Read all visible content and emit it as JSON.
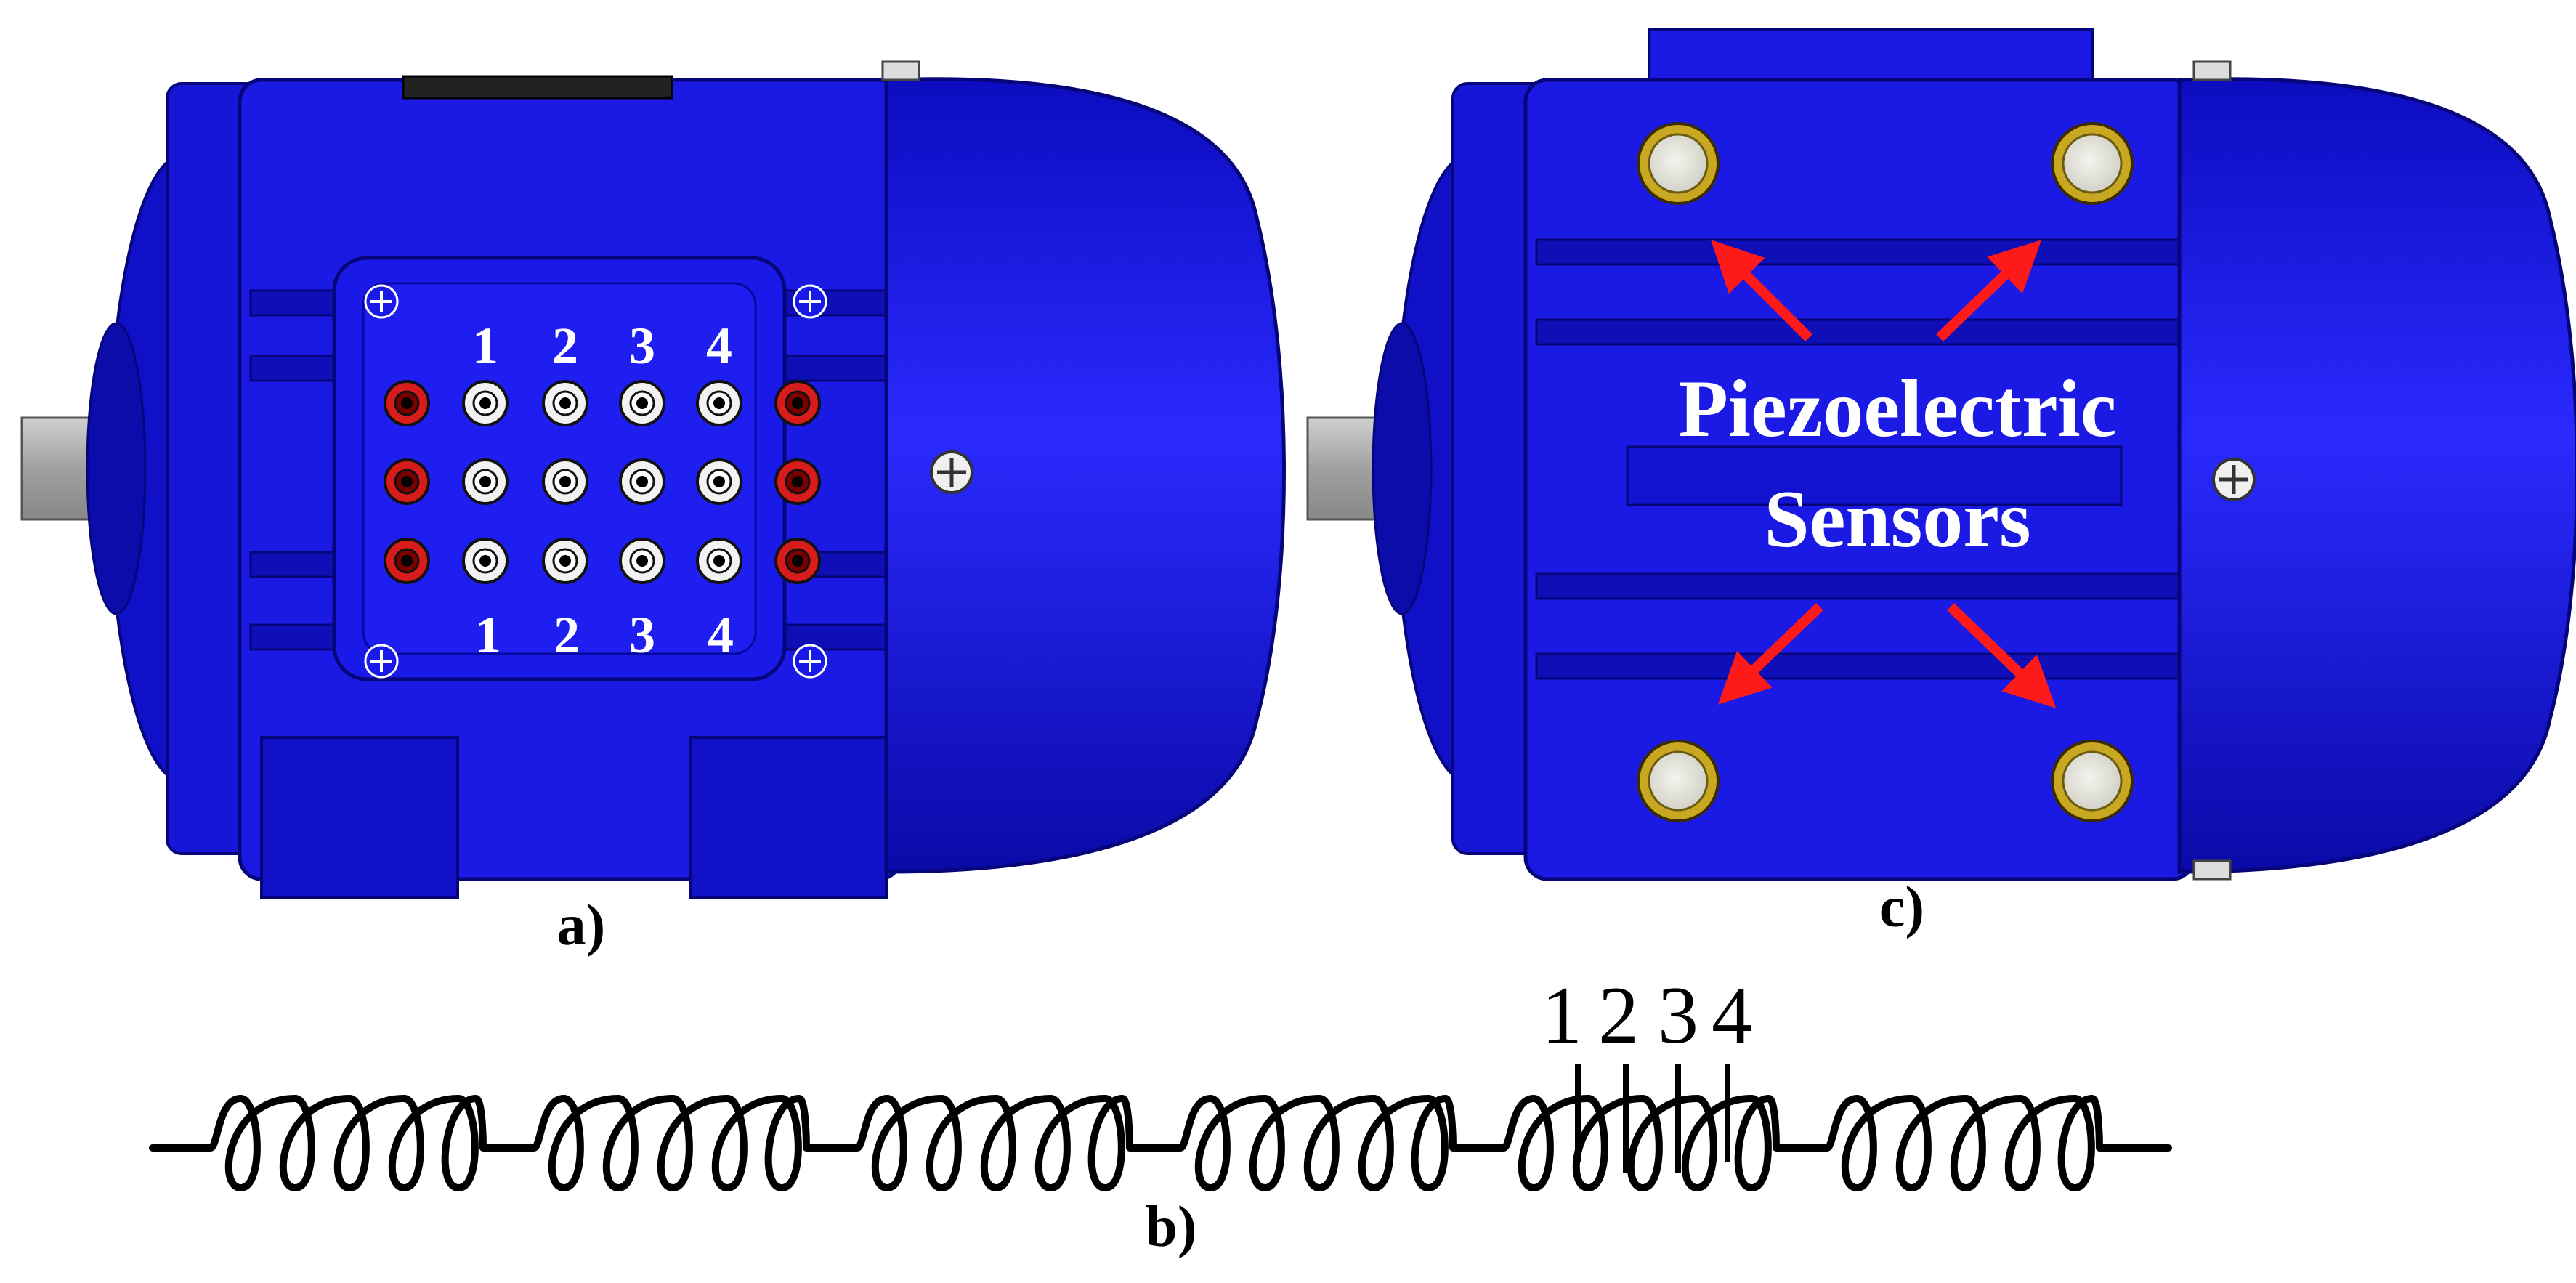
{
  "panels": {
    "a": {
      "label": "a)",
      "top_numbers": [
        "1",
        "2",
        "3",
        "4"
      ],
      "bottom_numbers": [
        "1",
        "2",
        "3",
        "4"
      ]
    },
    "b": {
      "label": "b)",
      "tap_numbers": [
        "1",
        "2",
        "3",
        "4"
      ]
    },
    "c": {
      "label": "c)",
      "title_line1": "Piezoelectric",
      "title_line2": "Sensors"
    }
  },
  "colors": {
    "motor_blue": "#1414e8",
    "motor_dark": "#0a0a9a",
    "terminal_red": "#d81c1c",
    "arrow_red": "#ff1a1a",
    "sensor_gold": "#c8a820",
    "shaft_grey": "#a8a8a8"
  }
}
